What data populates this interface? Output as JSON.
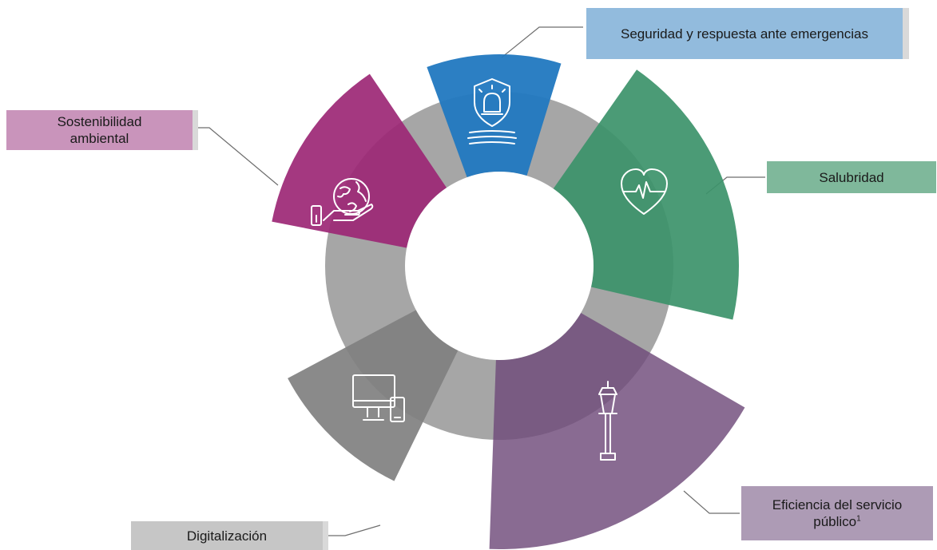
{
  "segments": [
    {
      "id": "seguridad",
      "label": "Seguridad y respuesta ante emergencias",
      "icon": "shield-alarm-icon",
      "color": "#2178c0"
    },
    {
      "id": "salubridad",
      "label": "Salubridad",
      "icon": "heart-pulse-icon",
      "color": "#3c936a"
    },
    {
      "id": "eficiencia",
      "label": "Eficiencia del servicio",
      "label_line2": "público",
      "footnote_mark": "1",
      "icon": "street-lamp-icon",
      "color": "#6f4a7a"
    },
    {
      "id": "digitalizacion",
      "label": "Digitalización",
      "icon": "computer-devices-icon",
      "color": "#808080"
    },
    {
      "id": "sostenibilidad",
      "label_line1": "Sostenibilidad",
      "label_line2": "ambiental",
      "icon": "globe-hand-icon",
      "color": "#9c2775"
    }
  ],
  "colors": {
    "ring": "#a6a6a6",
    "center": "#ffffff",
    "connector": "#6e6e6e",
    "label_shadow": "#d9d9d9"
  }
}
